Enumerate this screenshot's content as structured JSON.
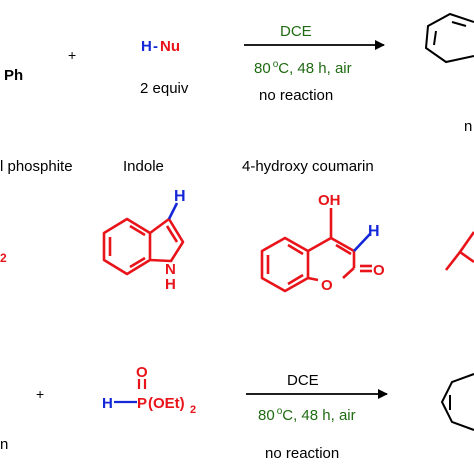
{
  "colors": {
    "black": "#000000",
    "red": "#e8141a",
    "blue": "#1428d8",
    "green": "#1f6b12"
  },
  "top_reaction": {
    "left_fragment": "Ph",
    "plus": "+",
    "nucleophile": {
      "h": "H",
      "dash": "-",
      "nu": "Nu"
    },
    "equiv": "2 equiv",
    "solvent": "DCE",
    "conditions": {
      "temp": "80",
      "deg": "o",
      "rest": "C, 48 h, air"
    },
    "result": "no reaction"
  },
  "nucleophiles": {
    "phosphite_label": "l phosphite",
    "indole_label": "Indole",
    "coumarin_label": "4-hydroxy coumarin",
    "indole": {
      "h": "H",
      "nh_n": "N",
      "nh_h": "H"
    },
    "coumarin": {
      "oh": "OH",
      "h": "H",
      "o_ring": "O",
      "o_keto": "O"
    },
    "phosphite_fragment": "2"
  },
  "bottom_reaction": {
    "plus": "+",
    "reagent": {
      "h": "H",
      "p": "P",
      "o": "O",
      "oet": "(OEt)",
      "sub": "2"
    },
    "solvent": "DCE",
    "conditions": {
      "temp": "80",
      "deg": "o",
      "rest": "C, 48 h, air"
    },
    "result": "no reaction",
    "left_fragment": "n"
  }
}
